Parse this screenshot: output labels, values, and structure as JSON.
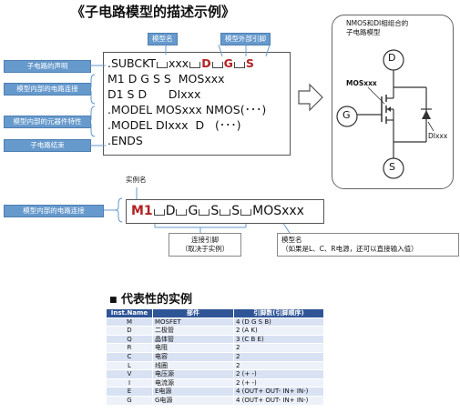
{
  "title": "《子电路模型的描述示例》",
  "callouts": {
    "model_name": "模型名",
    "model_pins": "模型外部引脚",
    "instance_name": "实例名",
    "connect_pins_1": "连接引脚",
    "connect_pins_2": "（取决于实例）",
    "model_name2_1": "模型名",
    "model_name2_2": "（如果是L、C、R电源，还可以直接输入值）"
  },
  "left_labels": {
    "declaration": "子电路的声明",
    "internal_connect": "模型内部的电路连接",
    "element_props": "模型内部的元器件特性",
    "end": "子电路结束",
    "internal_connect2": "模型内部的电路连接"
  },
  "code": {
    "subckt_prefix": ".SUBCKT",
    "subckt_name": "xxx",
    "pin_d": "D",
    "pin_g": "G",
    "pin_s": "S",
    "line2": "M1 D G S S  MOSxxx",
    "line3": "D1 S D      DIxxx",
    "line4": ".MODEL MOSxxx NMOS(･･･)",
    "line5": ".MODEL DIxxx  D   (･･･)",
    "line6": ".ENDS"
  },
  "instance_line": {
    "inst": "M1",
    "p1": "D",
    "p2": "G",
    "p3": "S",
    "p4": "S",
    "model": "MOSxxx"
  },
  "schematic": {
    "caption_1": "NMOS和DI相组合的",
    "caption_2": "子电路模型",
    "mos_label": "MOSxxx",
    "di_label": "DIxxx",
    "node_d": "D",
    "node_g": "G",
    "node_s": "S"
  },
  "table_section": {
    "heading": "代表性的实例",
    "headers": [
      "Inst.Name",
      "部件",
      "引脚数(引脚顺序)"
    ],
    "rows": [
      [
        "M",
        "MOSFET",
        "4 (D G S B)"
      ],
      [
        "D",
        "二极管",
        "2 (A K)"
      ],
      [
        "Q",
        "晶体管",
        "3 (C B E)"
      ],
      [
        "R",
        "电阻",
        "2"
      ],
      [
        "C",
        "电容",
        "2"
      ],
      [
        "L",
        "线圈",
        "2"
      ],
      [
        "V",
        "电压源",
        "2 (+ -)"
      ],
      [
        "I",
        "电流源",
        "2 (+ -)"
      ],
      [
        "E",
        "E电源",
        "4 (OUT+ OUT- IN+ IN-)"
      ],
      [
        "G",
        "G电源",
        "4 (OUT+ OUT- IN+ IN-)"
      ]
    ]
  },
  "colors": {
    "tag_blue": "#6699cc",
    "header_blue": "#2f5597",
    "red": "#b22222"
  }
}
